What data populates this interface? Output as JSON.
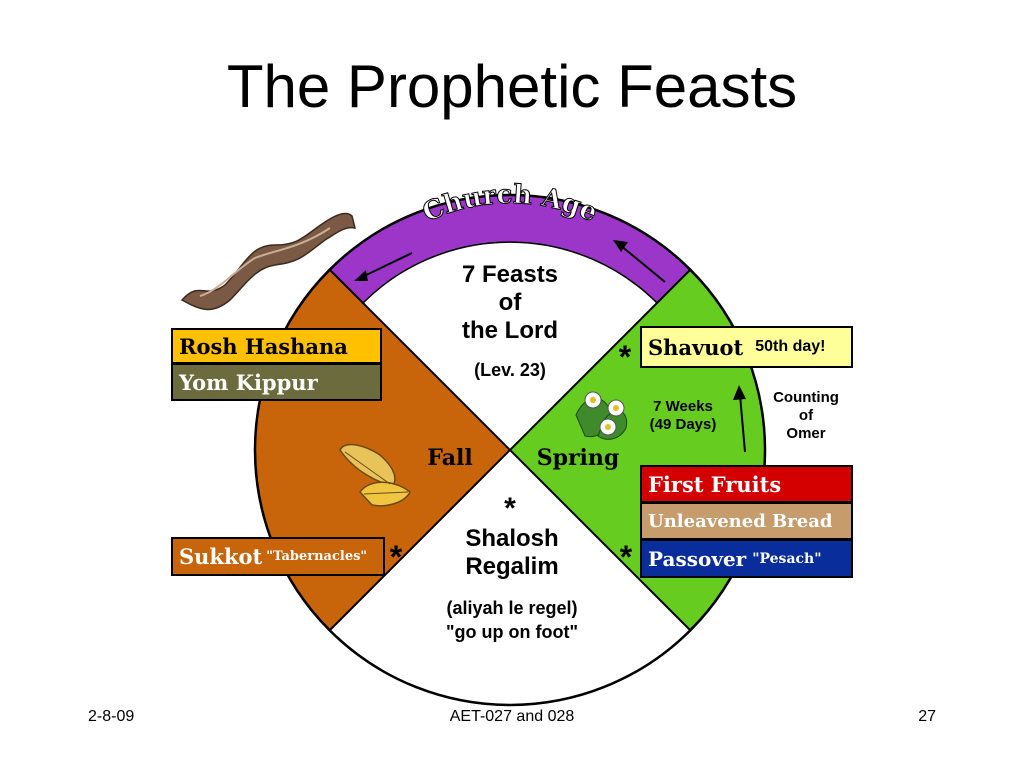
{
  "slide": {
    "title": "The Prophetic Feasts",
    "footer_left": "2-8-09",
    "footer_center": "AET-027 and 028",
    "footer_right": "27"
  },
  "colors": {
    "church_age": "#9b36c9",
    "fall": "#c8640a",
    "spring": "#66cc1f",
    "rosh_hashana": "#ffc000",
    "yom_kippur": "#6b6b3d",
    "sukkot": "#c8640a",
    "shavuot": "#ffff99",
    "first_fruits": "#d40000",
    "unleavened_bread": "#c69c6d",
    "passover": "#0a2d9c"
  },
  "diagram": {
    "church_age": "Church Age",
    "center_top": {
      "line1": "7 Feasts",
      "line2": "of",
      "line3": "the Lord",
      "ref": "(Lev. 23)"
    },
    "fall": "Fall",
    "spring": "Spring",
    "center_bottom": {
      "line1": "Shalosh",
      "line2": "Regalim",
      "line3": "(aliyah le regel)",
      "line4": "\"go up on foot\""
    },
    "weeks": {
      "line1": "7 Weeks",
      "line2": "(49 Days)"
    },
    "counting": {
      "line1": "Counting",
      "line2": "of",
      "line3": "Omer"
    },
    "star": "*",
    "feasts": {
      "rosh_hashana": "Rosh Hashana",
      "yom_kippur": "Yom Kippur",
      "sukkot": "Sukkot",
      "sukkot_note": "\"Tabernacles\"",
      "shavuot": "Shavuot",
      "shavuot_note": "50th day!",
      "first_fruits": "First Fruits",
      "unleavened_bread": "Unleavened Bread",
      "passover": "Passover",
      "passover_note": "\"Pesach\""
    }
  }
}
